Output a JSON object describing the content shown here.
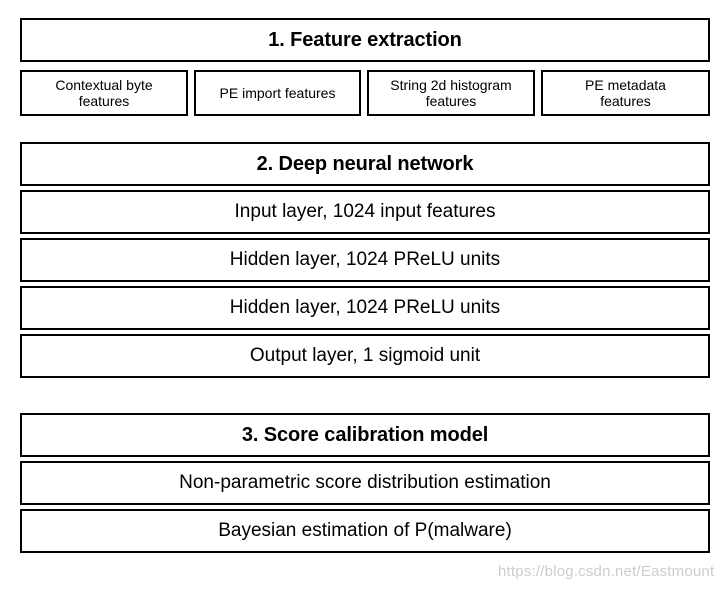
{
  "diagram": {
    "type": "block-diagram",
    "sections": [
      {
        "id": "feature-extraction",
        "title": "1. Feature extraction",
        "items": [
          "Contextual byte features",
          "PE import features",
          "String 2d histogram features",
          "PE metadata features"
        ],
        "item_lines": [
          [
            "Contextual byte",
            "features"
          ],
          [
            "PE import features",
            ""
          ],
          [
            "String 2d histogram",
            "features"
          ],
          [
            "PE metadata",
            "features"
          ]
        ]
      },
      {
        "id": "deep-neural-network",
        "title": "2. Deep neural network",
        "items": [
          "Input layer, 1024 input features",
          "Hidden layer, 1024 PReLU units",
          "Hidden layer, 1024 PReLU units",
          "Output layer, 1 sigmoid unit"
        ]
      },
      {
        "id": "score-calibration-model",
        "title": "3. Score calibration model",
        "items": [
          "Non-parametric score distribution estimation",
          "Bayesian estimation of P(malware)"
        ]
      }
    ]
  },
  "watermark": {
    "text": "https://blog.csdn.net/Eastmount"
  },
  "colors": {
    "border": "#000000",
    "background": "#ffffff",
    "text": "#000000",
    "watermark": "#c9ced4"
  }
}
